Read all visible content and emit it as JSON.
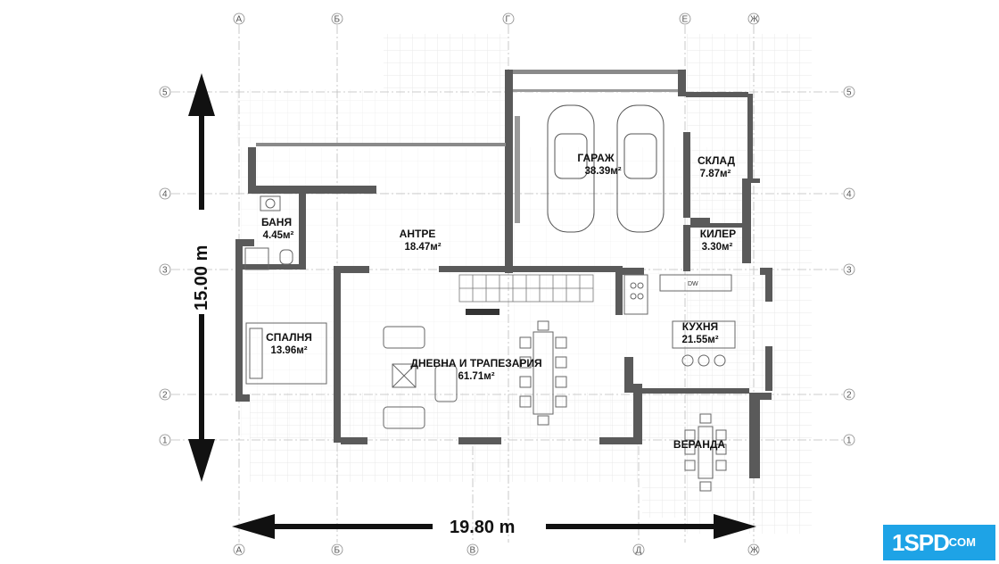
{
  "grid": {
    "columns": [
      "А",
      "Б",
      "Г",
      "Е",
      "Ж",
      "В",
      "Д"
    ],
    "rows": [
      "5",
      "4",
      "3",
      "2",
      "1"
    ]
  },
  "rooms": {
    "garage": {
      "name": "ГАРАЖ",
      "area": "38.39м²"
    },
    "storage": {
      "name": "СКЛАД",
      "area": "7.87м²"
    },
    "bath": {
      "name": "БАНЯ",
      "area": "4.45м²"
    },
    "hall": {
      "name": "АНТРЕ",
      "area": "18.47м²"
    },
    "pantry": {
      "name": "КИЛЕР",
      "area": "3.30м²"
    },
    "bedroom": {
      "name": "СПАЛНЯ",
      "area": "13.96м²"
    },
    "kitchen": {
      "name": "КУХНЯ",
      "area": "21.55м²"
    },
    "living": {
      "name": "ДНЕВНА И ТРАПЕЗАРИЯ",
      "area": "61.71м²"
    },
    "veranda": {
      "name": "ВЕРАНДА"
    }
  },
  "dimensions": {
    "width": "19.80 m",
    "depth": "15.00 m"
  },
  "appliance": {
    "dishwasher": "DW"
  },
  "logo": {
    "text": "1SPD",
    "suffix": ".COM"
  },
  "colors": {
    "wall": "#5a5a5a",
    "grid": "#bdbdbd",
    "accent": "#1ea3e6"
  }
}
